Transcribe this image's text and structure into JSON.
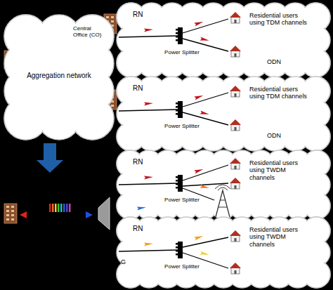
{
  "diagram": {
    "nodes": [
      {
        "text": [
          "Aggregation network"
        ]
      },
      {
        "text": [
          "RN",
          "Power Splitter",
          "Residential users using TDM channels",
          "ODN"
        ]
      },
      {
        "text": [
          "RN",
          "Power Splitter",
          "Residential users using TDM channels",
          "ODN"
        ]
      },
      {
        "text": [
          "RN",
          "Power Splitter",
          "Residential users using TWDM channels"
        ]
      },
      {
        "text": [
          "RN",
          "Power Splitter",
          "Residential users using TWDM channels"
        ]
      }
    ],
    "labels": [
      "Central Office (CO)",
      "G"
    ]
  }
}
